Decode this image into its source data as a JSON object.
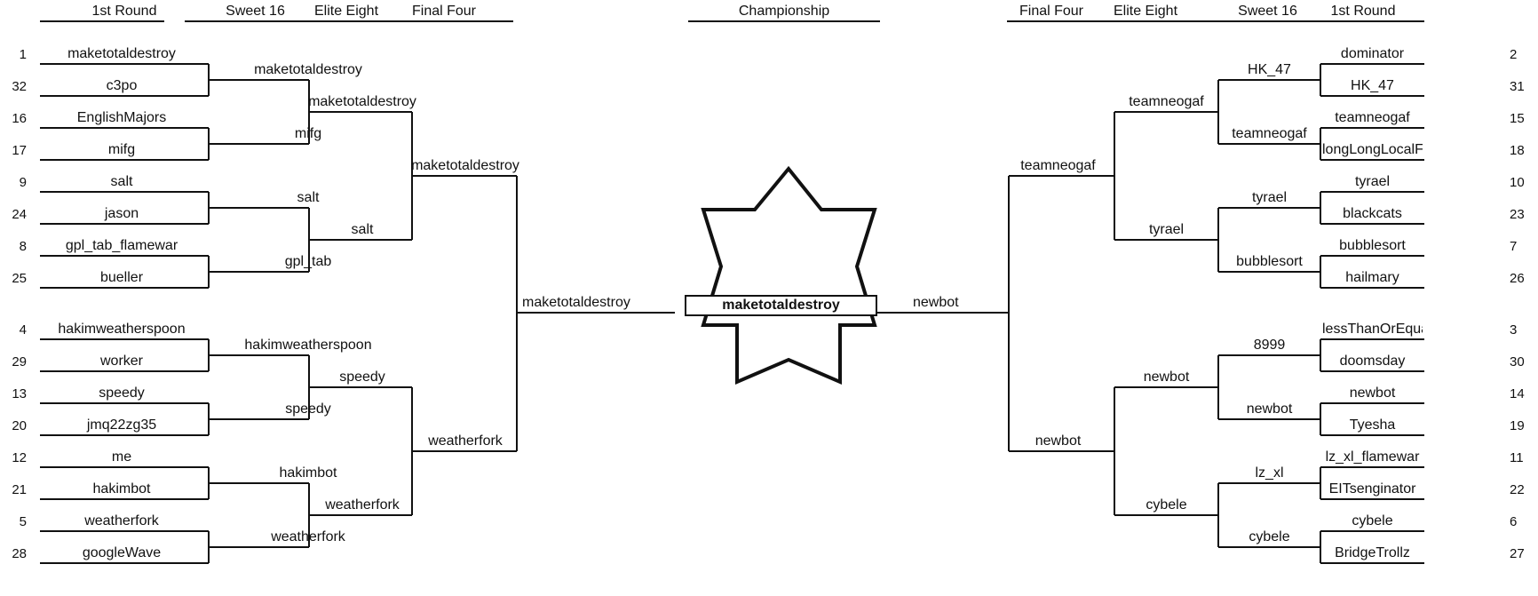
{
  "headers": {
    "left_r1": "1st Round",
    "left_s16": "Sweet 16",
    "left_e8": "Elite Eight",
    "left_f4": "Final Four",
    "championship": "Championship",
    "right_f4": "Final Four",
    "right_e8": "Elite Eight",
    "right_s16": "Sweet 16",
    "right_r1": "1st Round"
  },
  "left": {
    "r1": [
      {
        "seed": "1",
        "name": "maketotaldestroy"
      },
      {
        "seed": "32",
        "name": "c3po"
      },
      {
        "seed": "16",
        "name": "EnglishMajors"
      },
      {
        "seed": "17",
        "name": "mifg"
      },
      {
        "seed": "9",
        "name": "salt"
      },
      {
        "seed": "24",
        "name": "jason"
      },
      {
        "seed": "8",
        "name": "gpl_tab_flamewar"
      },
      {
        "seed": "25",
        "name": "bueller"
      },
      {
        "seed": "4",
        "name": "hakimweatherspoon"
      },
      {
        "seed": "29",
        "name": "worker"
      },
      {
        "seed": "13",
        "name": "speedy"
      },
      {
        "seed": "20",
        "name": "jmq22zg35"
      },
      {
        "seed": "12",
        "name": "me"
      },
      {
        "seed": "21",
        "name": "hakimbot"
      },
      {
        "seed": "5",
        "name": "weatherfork"
      },
      {
        "seed": "28",
        "name": "googleWave"
      }
    ],
    "r2": [
      "maketotaldestroy",
      "mifg",
      "salt",
      "gpl_tab",
      "hakimweatherspoon",
      "speedy",
      "hakimbot",
      "weatherfork"
    ],
    "r3": [
      "maketotaldestroy",
      "salt",
      "speedy",
      "weatherfork"
    ],
    "r4": [
      "maketotaldestroy",
      "weatherfork"
    ],
    "finalist": "maketotaldestroy"
  },
  "right": {
    "r1": [
      {
        "seed": "2",
        "name": "dominator"
      },
      {
        "seed": "31",
        "name": "HK_47"
      },
      {
        "seed": "15",
        "name": "teamneogaf"
      },
      {
        "seed": "18",
        "name": "longLongLocalFE"
      },
      {
        "seed": "10",
        "name": "tyrael"
      },
      {
        "seed": "23",
        "name": "blackcats"
      },
      {
        "seed": "7",
        "name": "bubblesort"
      },
      {
        "seed": "26",
        "name": "hailmary"
      },
      {
        "seed": "3",
        "name": "lessThanOrEqualTo"
      },
      {
        "seed": "30",
        "name": "doomsday"
      },
      {
        "seed": "14",
        "name": "newbot"
      },
      {
        "seed": "19",
        "name": "Tyesha"
      },
      {
        "seed": "11",
        "name": "lz_xl_flamewar"
      },
      {
        "seed": "22",
        "name": "EITsenginator"
      },
      {
        "seed": "6",
        "name": "cybele"
      },
      {
        "seed": "27",
        "name": "BridgeTrollz"
      }
    ],
    "r2": [
      "HK_47",
      "teamneogaf",
      "tyrael",
      "bubblesort",
      "8999",
      "newbot",
      "lz_xl",
      "cybele"
    ],
    "r3": [
      "teamneogaf",
      "tyrael",
      "newbot",
      "cybele"
    ],
    "r4": [
      "teamneogaf",
      "newbot"
    ],
    "finalist": "newbot"
  },
  "champion": "maketotaldestroy"
}
